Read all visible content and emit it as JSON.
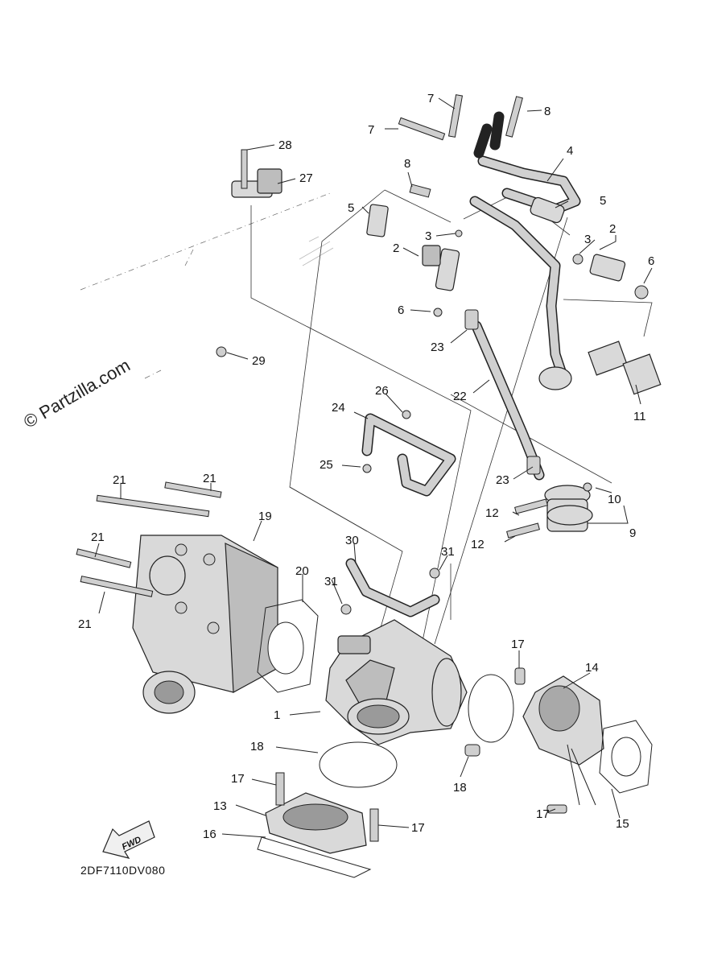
{
  "watermark": "© Partzilla.com",
  "diagram_code": "2DF7110DV080",
  "fwd_label": "FWD",
  "callouts": {
    "c1": "1",
    "c2a": "2",
    "c2b": "2",
    "c3a": "3",
    "c3b": "3",
    "c4": "4",
    "c5a": "5",
    "c5b": "5",
    "c6a": "6",
    "c6b": "6",
    "c7a": "7",
    "c7b": "7",
    "c8a": "8",
    "c8b": "8",
    "c9": "9",
    "c10": "10",
    "c11": "11",
    "c12a": "12",
    "c12b": "12",
    "c13": "13",
    "c14": "14",
    "c15": "15",
    "c16": "16",
    "c17a": "17",
    "c17b": "17",
    "c17c": "17",
    "c17d": "17",
    "c18a": "18",
    "c18b": "18",
    "c19": "19",
    "c20": "20",
    "c21a": "21",
    "c21b": "21",
    "c21c": "21",
    "c21d": "21",
    "c22": "22",
    "c23a": "23",
    "c23b": "23",
    "c24": "24",
    "c25": "25",
    "c26": "26",
    "c27": "27",
    "c28": "28",
    "c29": "29",
    "c30": "30",
    "c31a": "31",
    "c31b": "31"
  },
  "icons": [
    "fwd-arrow-icon"
  ]
}
